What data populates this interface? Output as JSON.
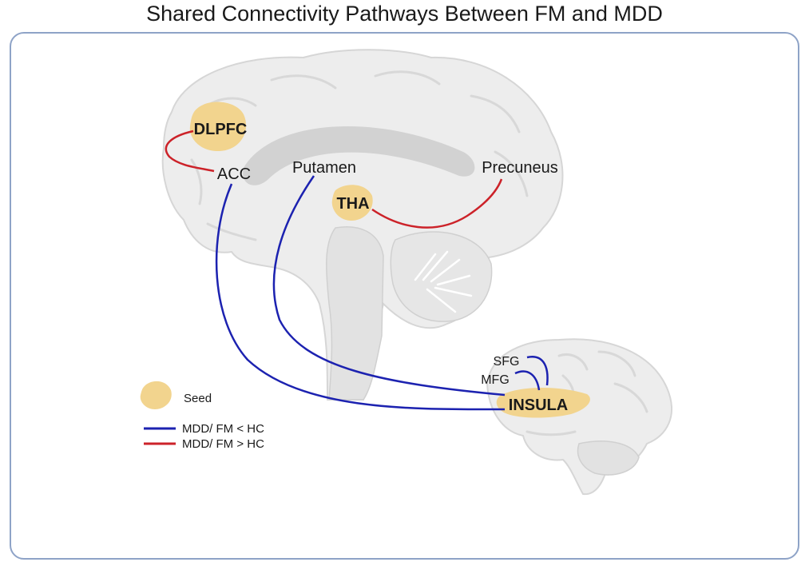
{
  "title": "Shared Connectivity Pathways Between FM and MDD",
  "regions": {
    "dlpfc": "DLPFC",
    "acc": "ACC",
    "putamen": "Putamen",
    "precuneus": "Precuneus",
    "tha": "THA",
    "sfg": "SFG",
    "mfg": "MFG",
    "insula": "INSULA"
  },
  "legend": {
    "seed": "Seed",
    "decrease": "MDD/ FM < HC",
    "increase": "MDD/ FM > HC"
  },
  "colors": {
    "seed": "#f2d48e",
    "decrease": "#1c22b0",
    "increase": "#cc2229",
    "brain_fill": "#ededed",
    "brain_stroke": "#d6d6d6",
    "frame": "#8ea3c7"
  }
}
